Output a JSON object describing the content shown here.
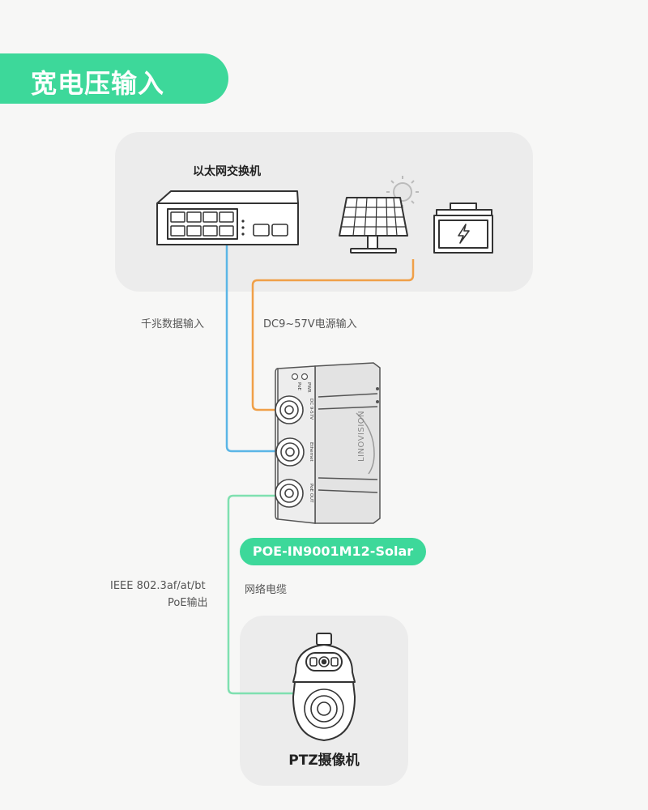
{
  "banner": {
    "title": "宽电压输入",
    "color": "#3dd89a"
  },
  "switch": {
    "label": "以太网交换机"
  },
  "labels": {
    "data_input": "千兆数据输入",
    "power_input": "DC9~57V电源输入",
    "poe_output_line1": "IEEE 802.3af/at/bt",
    "poe_output_line2": "PoE输出",
    "network_cable": "网络电缆"
  },
  "device": {
    "model": "POE-IN9001M12-Solar",
    "brand": "LINOVISION",
    "port_labels": [
      "DC 9-57V",
      "Ethernet",
      "PoE OUT"
    ],
    "led_labels": [
      "PoE",
      "PWR"
    ]
  },
  "camera": {
    "label": "PTZ摄像机"
  },
  "colors": {
    "data_line": "#5bb6e6",
    "power_line": "#f0a048",
    "poe_line": "#7fe0b0",
    "panel": "#ececec",
    "accent": "#3dd89a"
  }
}
